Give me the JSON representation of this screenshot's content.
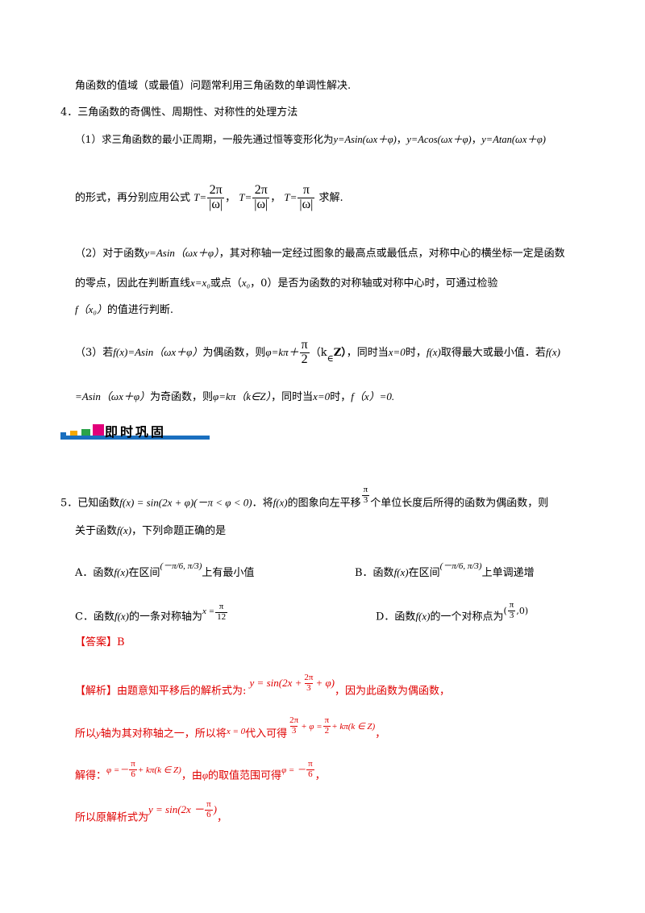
{
  "intro_tail": "角函数的值域（或最值）问题常利用三角函数的单调性解决.",
  "section4": {
    "heading": "4．三角函数的奇偶性、周期性、对称性的处理方法",
    "p1_a": "（1）求三角函数的最小正周期，一般先通过恒等变形化为",
    "p1_f1": "y=Asin(ωx＋φ)",
    "p1_sep1": "，",
    "p1_f2": "y=Acos(ωx＋φ)",
    "p1_sep2": "，",
    "p1_f3": "y=Atan(ωx＋φ)",
    "p1_b": "的形式，再分别应用公式",
    "p1_t": "T=",
    "p1_frac1_num": "2π",
    "p1_frac1_den": "|ω|",
    "p1_frac2_num": "2π",
    "p1_frac2_den": "|ω|",
    "p1_frac3_num": "π",
    "p1_frac3_den": "|ω|",
    "p1_comma": "，",
    "p1_end": "求解.",
    "p2_a": "（2）对于函数",
    "p2_f": "y=Asin（ωx＋φ）",
    "p2_b": "，其对称轴一定经过图象的最高点或最低点，对称中心的横坐标一定是函数",
    "p2_c": "的零点，因此在判断直线",
    "p2_x0": "x=x₀",
    "p2_d": "或点（",
    "p2_x0b": "x₀",
    "p2_e": "，0）是否为函数的对称轴或对称中心时，可通过检验",
    "p2_f0": "f（x₀）",
    "p2_g": "的值进行判断.",
    "p3_a": "（3）若",
    "p3_fx": "f(x)=Asin（ωx＋φ）",
    "p3_b": "为偶函数，则",
    "p3_phi": "φ=kπ＋",
    "p3_frac_num": "π",
    "p3_frac_den": "2",
    "p3_k": "（k",
    "p3_in": "∈",
    "p3_Z": "Z）",
    "p3_c": "，同时当",
    "p3_x0": "x=0",
    "p3_d": "时，",
    "p3_fx2": "f(x)",
    "p3_e": "取得最大或最小值．若",
    "p3_fx3": "f(x)",
    "p4_a": "=Asin（ωx＋φ）",
    "p4_b": "为奇函数，则",
    "p4_phi": "φ=kπ（k∈Z）",
    "p4_c": "，同时当",
    "p4_x0": "x=0",
    "p4_d": "时，",
    "p4_f": "f（x）=0."
  },
  "banner": {
    "title": "即时巩固",
    "colors": [
      "#1a6fbf",
      "#f6a800",
      "#2aa34a",
      "#e2007a"
    ]
  },
  "question5": {
    "a": "5．已知函数",
    "fx": "f(x) = sin(2x + φ)(－π < φ < 0)",
    "b": "．将",
    "fx2": "f(x)",
    "c": "的图象向左平移",
    "shift_num": "π",
    "shift_den": "3",
    "d": "个单位长度后所得的函数为偶函数，则",
    "e": "关于函数",
    "fx3": "f(x)",
    "f": "，下列命题正确的是",
    "optA_a": "A．函数",
    "optA_fx": "f(x)",
    "optA_b": "在区间",
    "optA_int": "(－π/6, π/3)",
    "optA_c": "上有最小值",
    "optB_a": "B．函数",
    "optB_fx": "f(x)",
    "optB_b": "在区间",
    "optB_int": "(－π/6, π/3)",
    "optB_c": "上单调递增",
    "optC_a": "C．函数",
    "optC_fx": "f(x)",
    "optC_b": "的一条对称轴为",
    "optC_x": "x =",
    "optC_num": "π",
    "optC_den": "12",
    "optD_a": "D．函数",
    "optD_fx": "f(x)",
    "optD_b": "的一个对称点为",
    "optD_pt_num": "π",
    "optD_pt_den": "3",
    "optD_pt_tail": ",0)",
    "optD_pt_open": "("
  },
  "answer": {
    "label": "【答案】B",
    "l1_a": "【解析】由题意知平移后的解析式为:",
    "l1_f_a": "y = sin(2x +",
    "l1_f_num": "2π",
    "l1_f_den": "3",
    "l1_f_b": "+ φ)",
    "l1_b": "，因为此函数为偶函数，",
    "l2_a": "所以",
    "l2_y": "y",
    "l2_b": "轴为其对称轴之一，所以将",
    "l2_x0": "x = 0",
    "l2_c": "代入可得",
    "l2_num1": "2π",
    "l2_den1": "3",
    "l2_mid": "+ φ =",
    "l2_num2": "π",
    "l2_den2": "2",
    "l2_tail": "+ kπ(k ∈ Z)",
    "l2_end": "，",
    "l3_a": "解得：",
    "l3_phi": "φ =－",
    "l3_num": "π",
    "l3_den": "6",
    "l3_tail": "+ kπ(k ∈ Z)",
    "l3_b": "，由",
    "l3_phi2": "φ",
    "l3_c": "的取值范围可得",
    "l3_res": "φ = －",
    "l3_rnum": "π",
    "l3_rden": "6",
    "l3_end": "，",
    "l4_a": "所以原解析式为",
    "l4_f": "y = sin(2x －",
    "l4_num": "π",
    "l4_den": "6",
    "l4_close": ")",
    "l4_end": "，"
  }
}
